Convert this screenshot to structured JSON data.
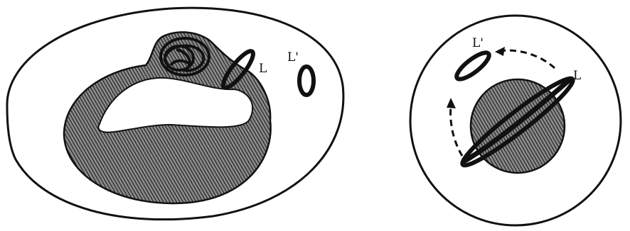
{
  "left_panel": {
    "labels": {
      "loop": "L",
      "loop_prime": "L'"
    }
  },
  "right_panel": {
    "labels": {
      "loop": "L",
      "loop_prime": "L'"
    }
  },
  "colors": {
    "ink": "#111111",
    "hatch_fill": "#555555",
    "background": "#ffffff"
  }
}
